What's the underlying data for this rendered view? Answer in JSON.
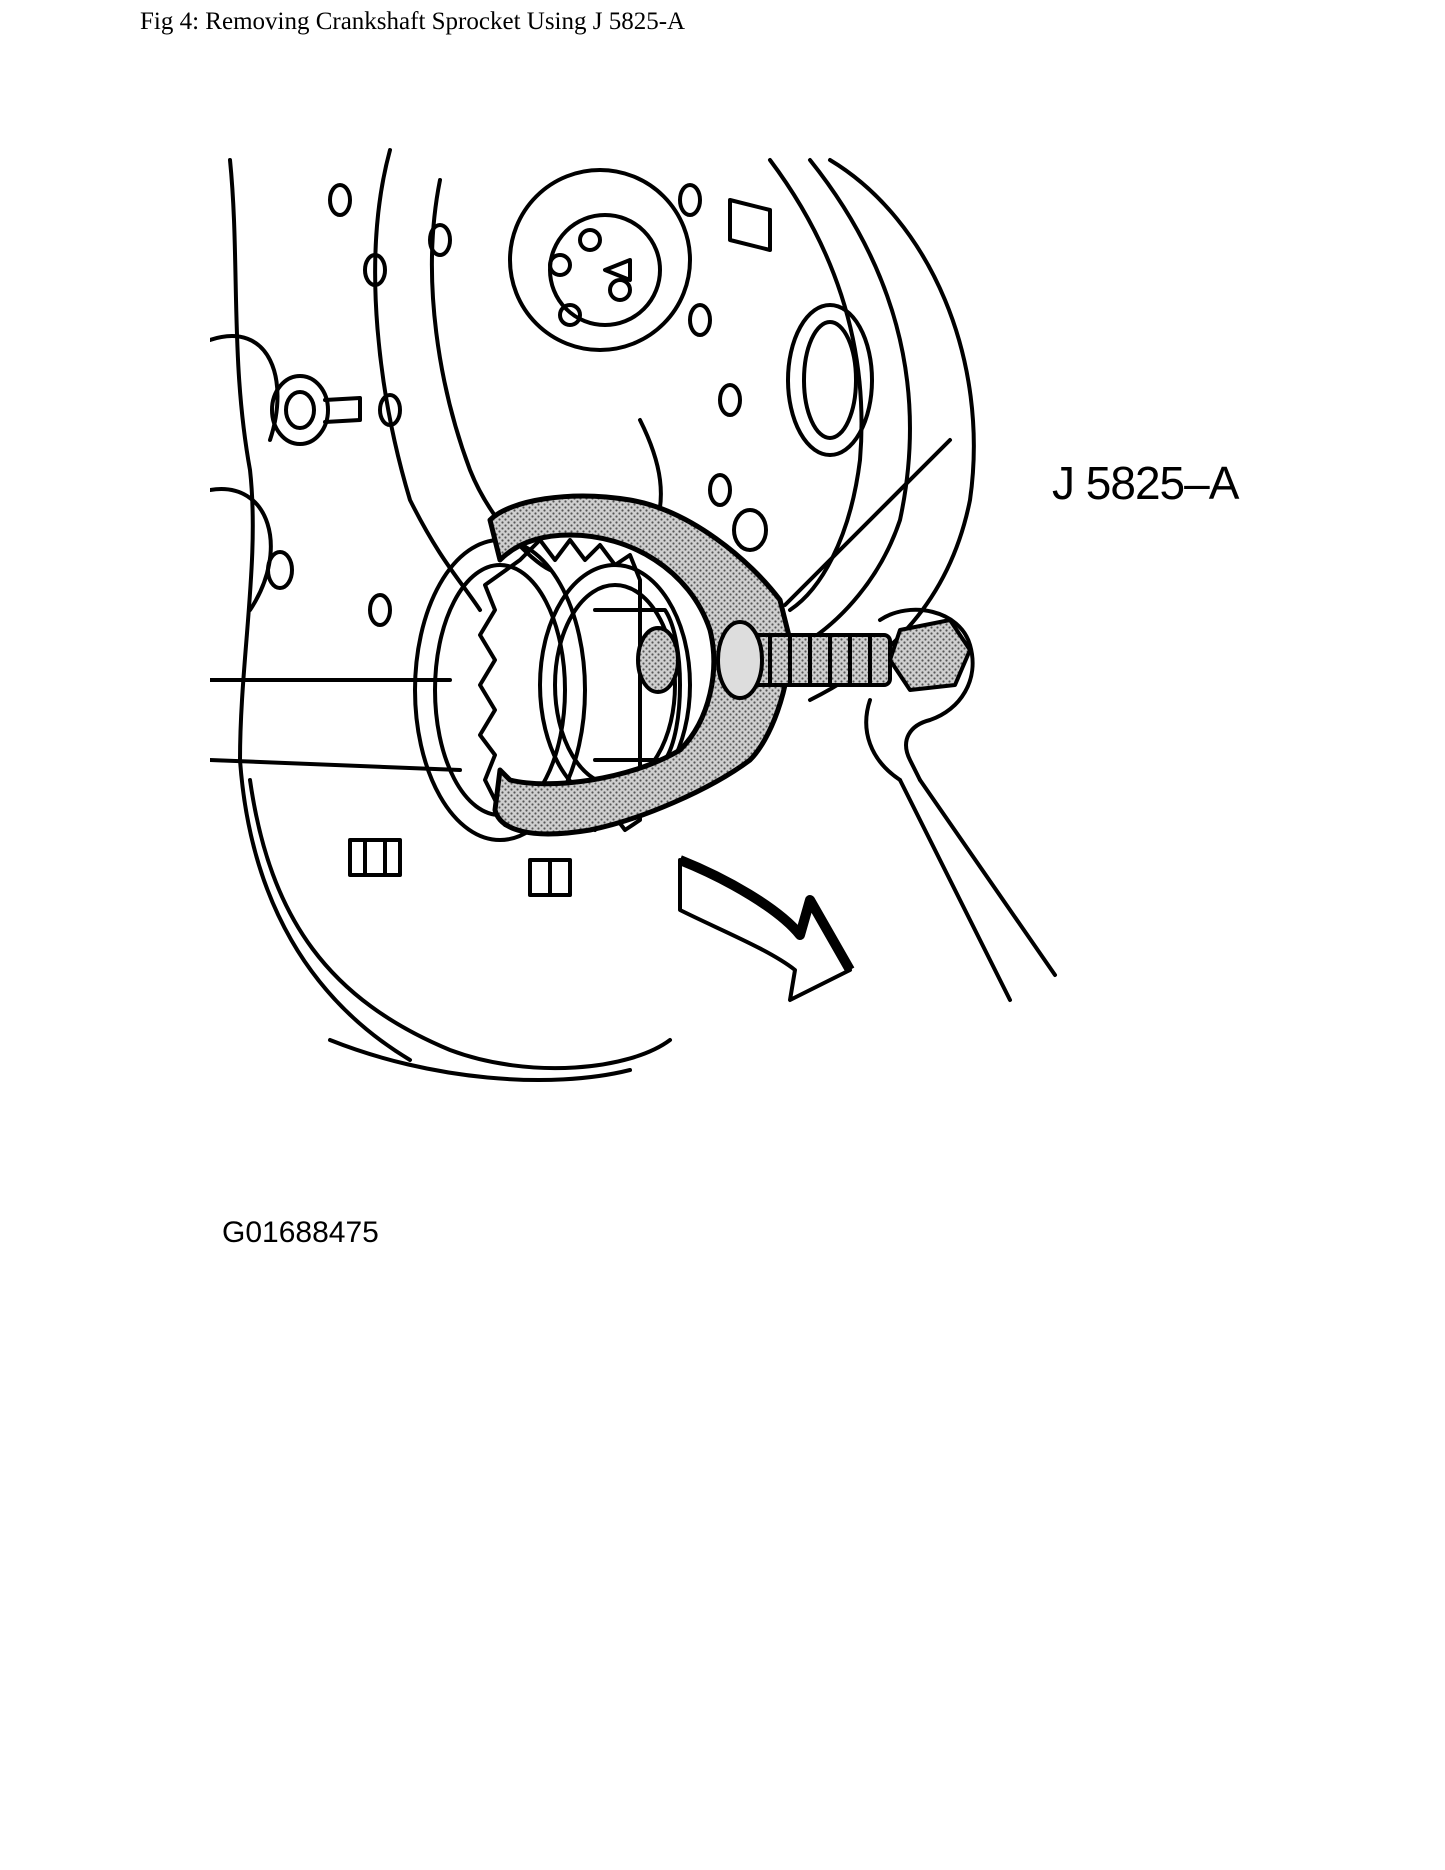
{
  "document": {
    "caption": "Fig 4: Removing Crankshaft Sprocket Using J 5825-A",
    "tool_label": "J 5825–A",
    "figure_code": "G01688475"
  }
}
